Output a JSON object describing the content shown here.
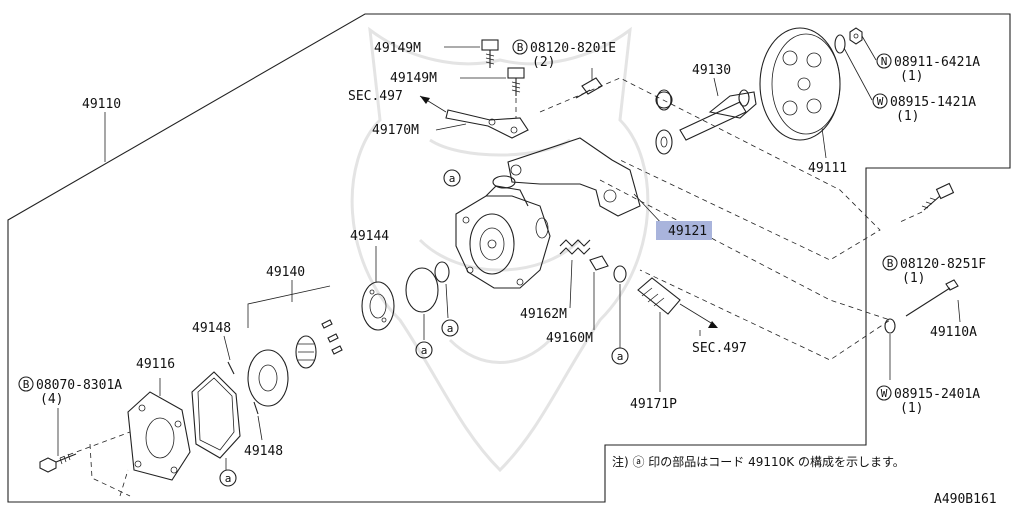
{
  "labels": {
    "main_assembly": "49110",
    "bolt_upper_1": "49149M",
    "bolt_upper_2": "49149M",
    "bolt_ref_b1_code": "08120-8201E",
    "bolt_ref_b1_qty": "(2)",
    "sec_ref_top": "SEC.497",
    "bracket_part": "49170M",
    "shaft": "49130",
    "nut_code": "08911-6421A",
    "nut_qty": "(1)",
    "washer_code": "08915-1421A",
    "washer_qty": "(1)",
    "pulley": "49111",
    "bracket_highlight": "49121",
    "bolt_ref_b2_code": "08120-8251F",
    "bolt_ref_b2_qty": "(1)",
    "cam_ring": "49144",
    "rotor_set": "49140",
    "pin_upper": "49148",
    "valve_spring": "49162M",
    "valve": "49160M",
    "sec_ref_bottom": "SEC.497",
    "stud_bolt": "49110A",
    "washer2_code": "08915-2401A",
    "washer2_qty": "(1)",
    "connector": "49171P",
    "cover": "49116",
    "bolt_ref_b3_code": "08070-8301A",
    "bolt_ref_b3_qty": "(4)",
    "pin_lower": "49148",
    "footnote": "注) ⓐ 印の部品はコード 49110K の構成を示します。",
    "diagram_id": "A490B161"
  },
  "markers": {
    "b": "B",
    "n": "N",
    "w": "W",
    "a": "a"
  },
  "colors": {
    "highlight": "#a9b4dc",
    "line": "#222222"
  }
}
